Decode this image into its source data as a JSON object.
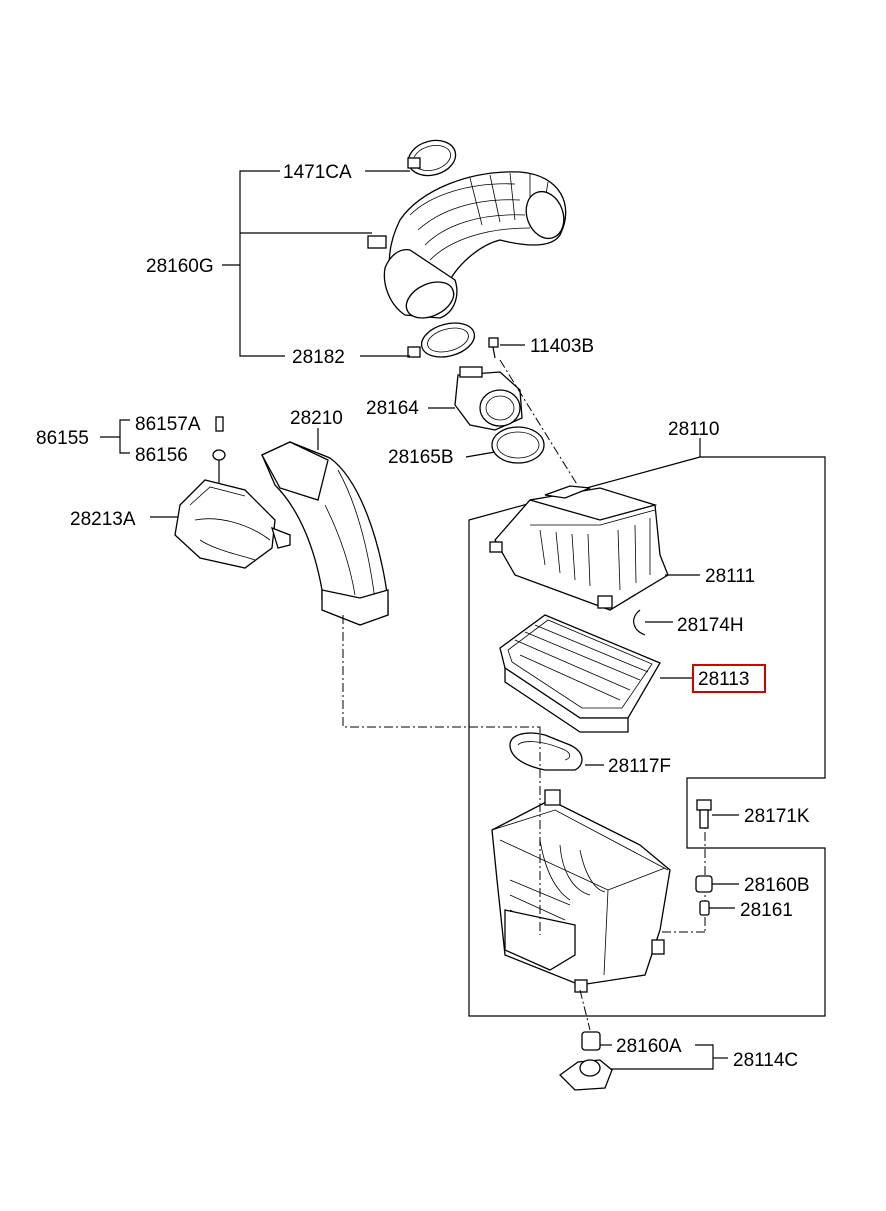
{
  "labels": {
    "hose_assy": "28160G",
    "hose_clamp_upper": "1471CA",
    "hose_clamp_lower": "28182",
    "screw": "11403B",
    "sensor": "28164",
    "sensor_gasket": "28165B",
    "air_cleaner_assy": "28110",
    "cover": "28111",
    "clip": "28174H",
    "filter_element": "28113",
    "duct_seal": "28117F",
    "bolt": "28171K",
    "grommet_b": "28160B",
    "collar": "28161",
    "grommet_a": "28160A",
    "bracket": "28114C",
    "duct": "28210",
    "resonator_group": "86155",
    "bolt_86157A": "86157A",
    "fastener_86156": "86156",
    "resonator": "28213A"
  },
  "highlight": {
    "part": "28113",
    "color": "#d40000"
  }
}
